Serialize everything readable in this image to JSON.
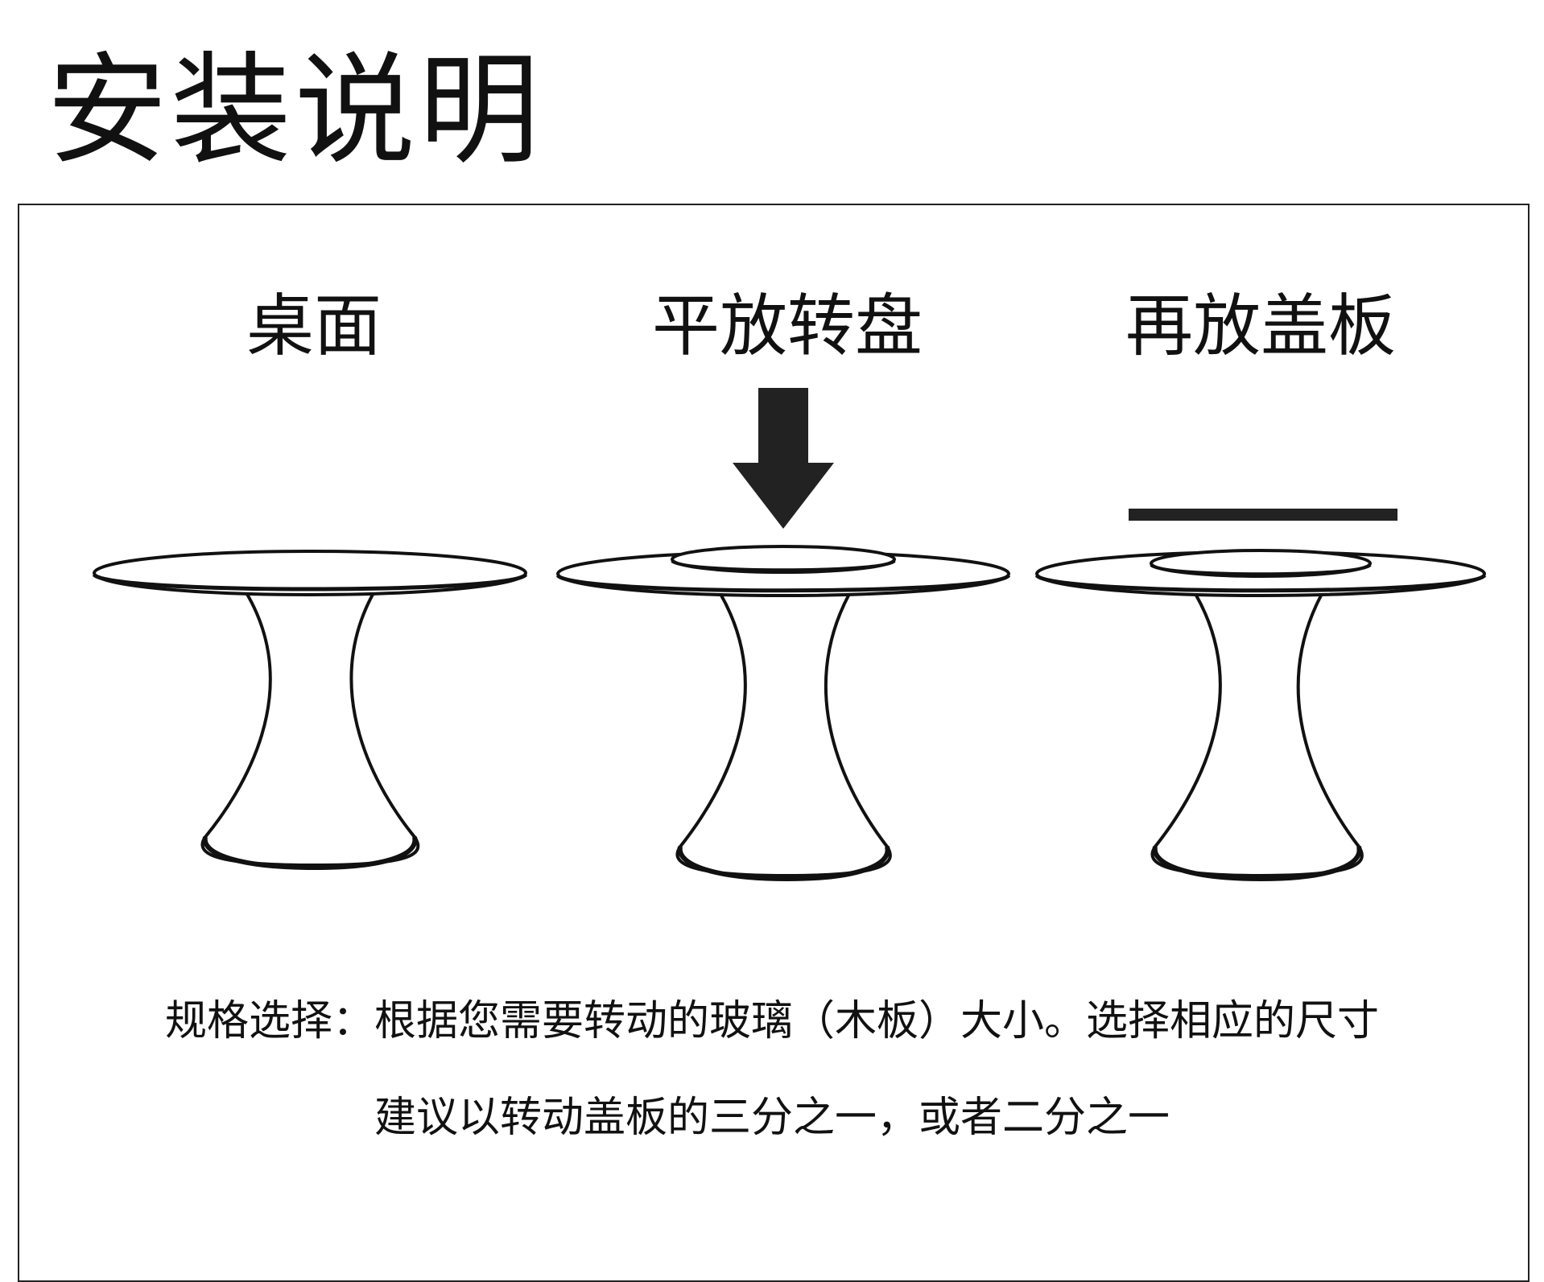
{
  "title": "安装说明",
  "steps": [
    {
      "label": "桌面"
    },
    {
      "label": "平放转盘"
    },
    {
      "label": "再放盖板"
    }
  ],
  "icons": {
    "step2": "down-arrow-icon",
    "step3": "cover-board-bar"
  },
  "notes": {
    "line1": "规格选择：根据您需要转动的玻璃（木板）大小。选择相应的尺寸",
    "line2": "建议以转动盖板的三分之一，或者二分之一"
  }
}
